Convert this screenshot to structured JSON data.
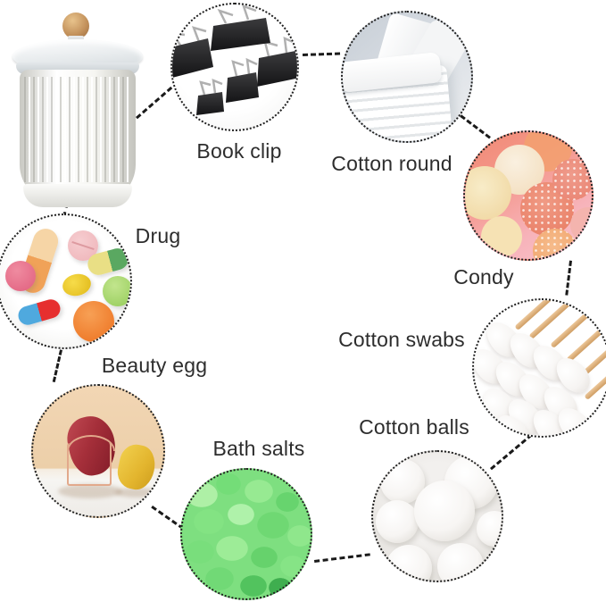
{
  "labels": {
    "book_clip": "Book clip",
    "cotton_round": "Cotton round",
    "condy": "Condy",
    "cotton_swabs": "Cotton swabs",
    "cotton_balls": "Cotton balls",
    "bath_salts": "Bath salts",
    "beauty_egg": "Beauty egg",
    "drug": "Drug"
  },
  "colors": {
    "background": "#ffffff",
    "label_text": "#2d2d2d",
    "connector_dash": "#1a1a1a",
    "circle_dotted_border": "#1f1f1f",
    "wood_knob": "#c2905a",
    "candy_background_pink": "#f2927c",
    "bath_salt_green": "#74d678",
    "beauty_egg_red": "#a52f3a",
    "beauty_egg_yellow": "#e3b52e"
  }
}
